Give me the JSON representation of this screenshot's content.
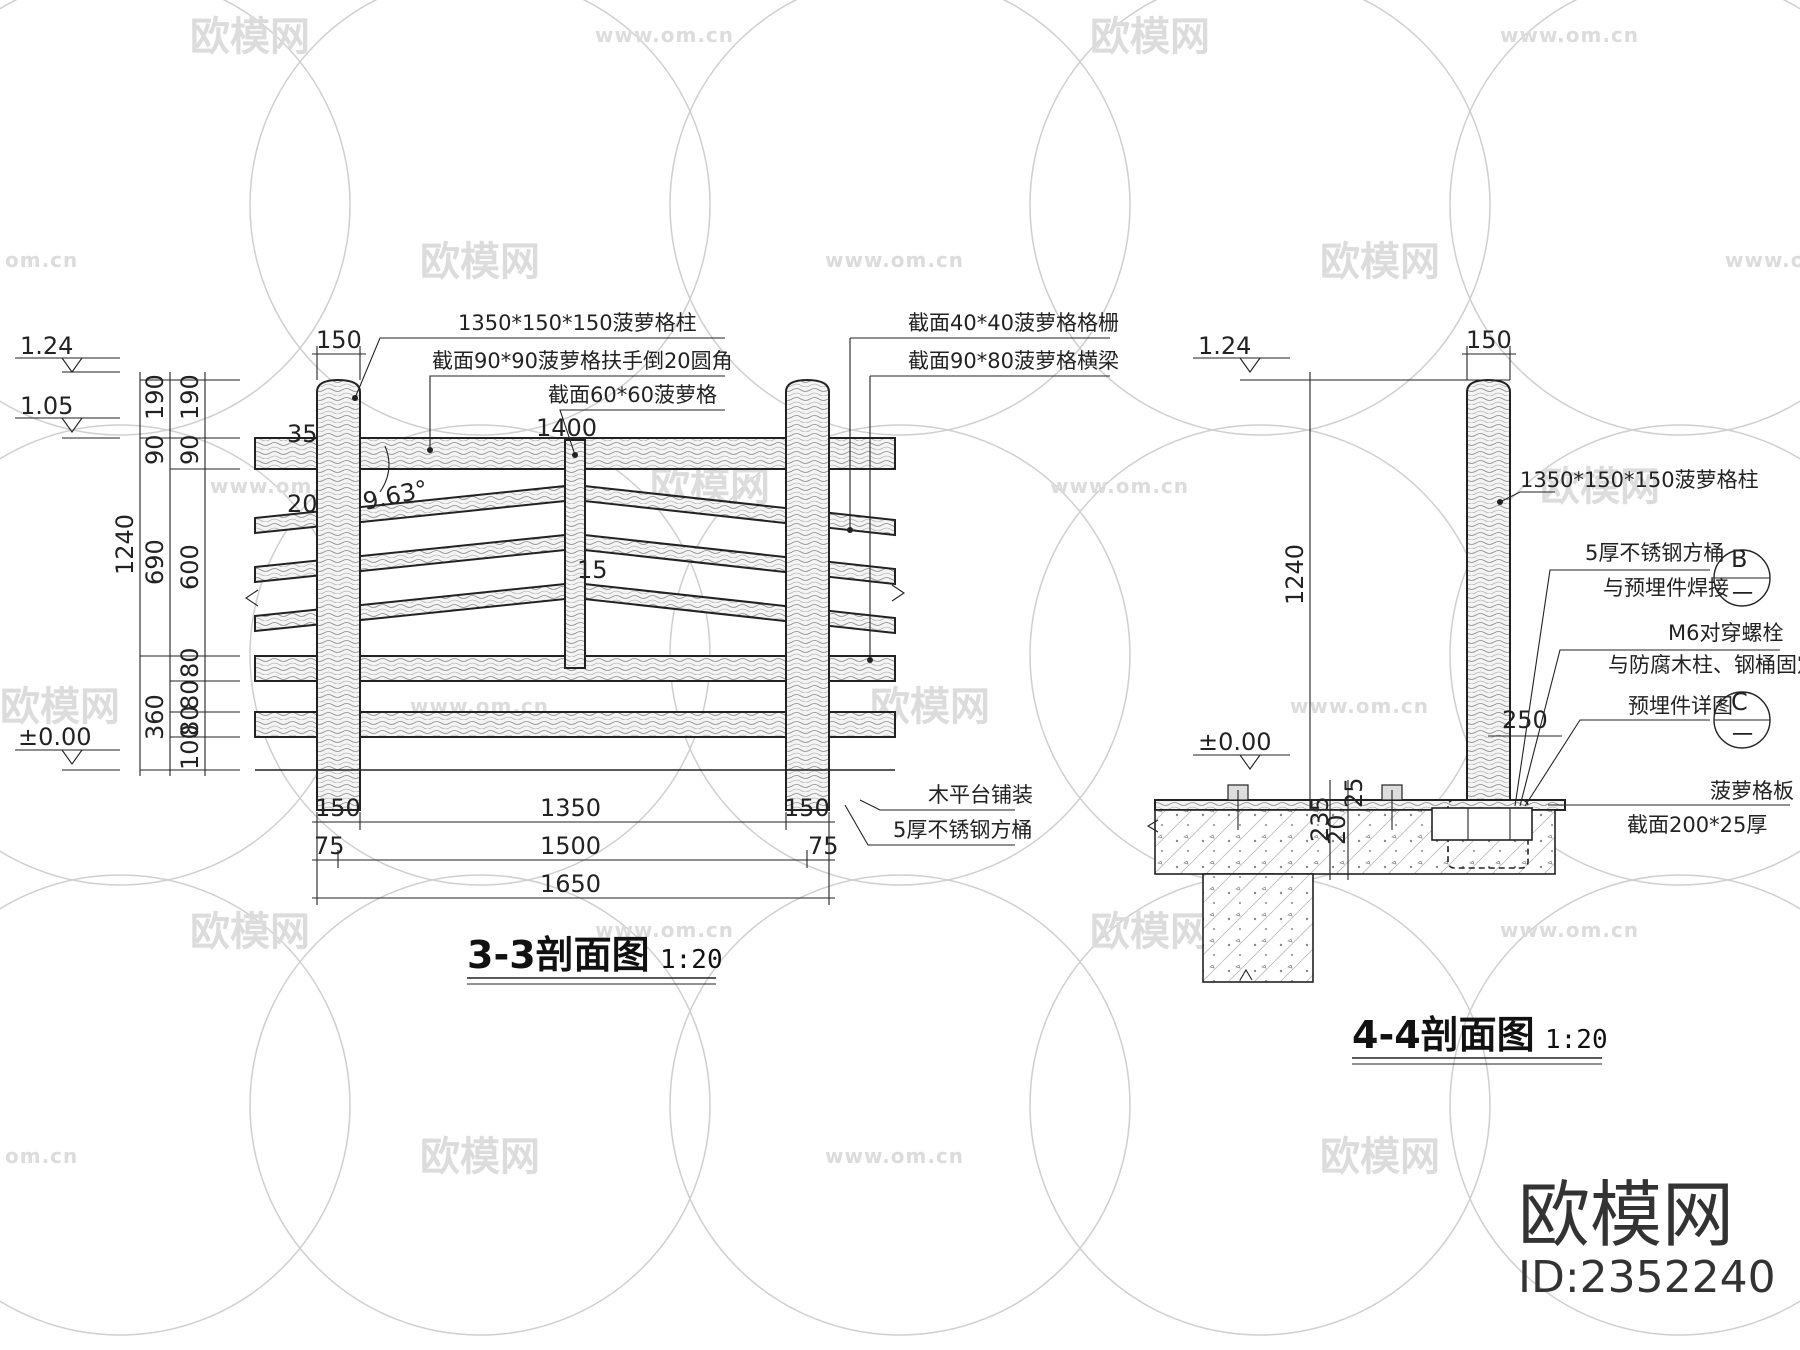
{
  "watermark": {
    "logo_text": "欧模网",
    "url_text": "www.om.cn",
    "url_short": "om.cn"
  },
  "section_33": {
    "title": "3-3剖面图",
    "scale": "1:20",
    "level_top": "1.24",
    "level_rail": "1.05",
    "level_zero": "±0.00",
    "callouts": {
      "post": "1350*150*150菠萝格柱",
      "handrail": "截面90*90菠萝格扶手倒20圆角",
      "center": "截面60*60菠萝格",
      "grille": "截面40*40菠萝格格栅",
      "beam": "截面90*80菠萝格横梁",
      "deck": "木平台铺装",
      "steel": "5厚不锈钢方桶"
    },
    "dims_top": {
      "post_w": "150",
      "mid": "1400",
      "offset": "35",
      "chamfer": "20",
      "angle": "9.63°",
      "gap": "15"
    },
    "dims_left": [
      "190",
      "90",
      "690",
      "360",
      "1240",
      "190",
      "90",
      "600",
      "80",
      "80",
      "80",
      "100"
    ],
    "dims_bottom": [
      "150",
      "1350",
      "150",
      "75",
      "1500",
      "75",
      "1650"
    ]
  },
  "section_44": {
    "title": "4-4剖面图",
    "scale": "1:20",
    "level_top": "1.24",
    "level_zero": "±0.00",
    "callouts": {
      "post": "1350*150*150菠萝格柱",
      "steel_1": "5厚不锈钢方桶",
      "steel_2": "与预埋件焊接",
      "bolt_1": "M6对穿螺栓",
      "bolt_2": "与防腐木柱、钢桶固定",
      "embed": "预埋件详图",
      "board_1": "菠萝格板",
      "board_2": "截面200*25厚"
    },
    "detail_ref_1": {
      "letter": "B",
      "sheet": "一"
    },
    "detail_ref_2": {
      "letter": "C",
      "sheet": "一"
    },
    "dims": {
      "post_w": "150",
      "height": "1240",
      "embed_w": "250",
      "d1": "25",
      "d2": "20",
      "d3": "235"
    }
  },
  "brand": {
    "name": "欧模网",
    "id": "ID:2352240"
  }
}
